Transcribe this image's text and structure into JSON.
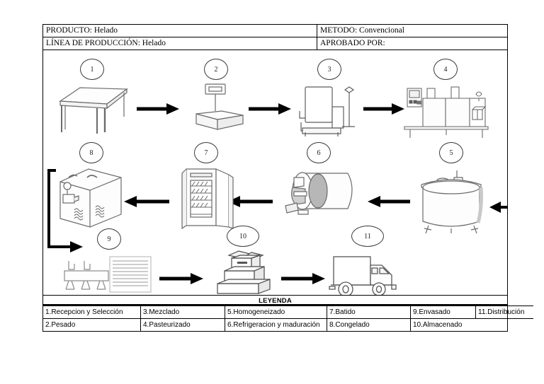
{
  "header": {
    "rows": [
      {
        "left_label": "PRODUCTO:",
        "left_value": "Helado",
        "left_text": "PRODUCTO: Helado",
        "right_label": "METODO:",
        "right_value": "Convencional",
        "right_text": "METODO: Convencional"
      },
      {
        "left_label": "LÍNEA DE PRODUCCIÓN:",
        "left_value": "Helado",
        "left_text": "LÍNEA DE PRODUCCIÓN: Helado",
        "right_label": "APROBADO POR:",
        "right_value": "",
        "right_text": "APROBADO POR:"
      }
    ]
  },
  "diagram": {
    "steps": [
      {
        "number": "1",
        "icon": "work-table-icon",
        "name": "recepcion-y-seleccion"
      },
      {
        "number": "2",
        "icon": "platform-scale-icon",
        "name": "pesado"
      },
      {
        "number": "3",
        "icon": "mixing-tank-icon",
        "name": "mezclado"
      },
      {
        "number": "4",
        "icon": "pasteurizer-icon",
        "name": "pasteurizado"
      },
      {
        "number": "5",
        "icon": "homogenizer-tank-icon",
        "name": "homogeneizado"
      },
      {
        "number": "6",
        "icon": "refrigeration-drum-icon",
        "name": "refrigeracion-y-maduracion"
      },
      {
        "number": "7",
        "icon": "maturation-cabinet-icon",
        "name": "batido"
      },
      {
        "number": "8",
        "icon": "freezer-chest-icon",
        "name": "congelado"
      },
      {
        "number": "9",
        "icon": "filling-line-icon",
        "name": "envasado"
      },
      {
        "number": "10",
        "icon": "stacked-boxes-icon",
        "name": "almacenado"
      },
      {
        "number": "11",
        "icon": "delivery-truck-icon",
        "name": "distribucion"
      }
    ]
  },
  "legend": {
    "title": "LEYENDA",
    "entries": [
      "1.Recepcion y Selección",
      "2.Pesado",
      "3.Mezclado",
      "4.Pasteurizado",
      "5.Homogeneizado",
      "6.Refrigeracion y maduración",
      "7.Batido",
      "8.Congelado",
      "9.Envasado",
      "10.Almacenado",
      "11.Distribución"
    ]
  },
  "colors": {
    "ink": "#000000",
    "art_stroke": "#4a4a4a",
    "art_fill": "#ffffff",
    "shadow": "#b9b9b9",
    "page": "#ffffff"
  }
}
